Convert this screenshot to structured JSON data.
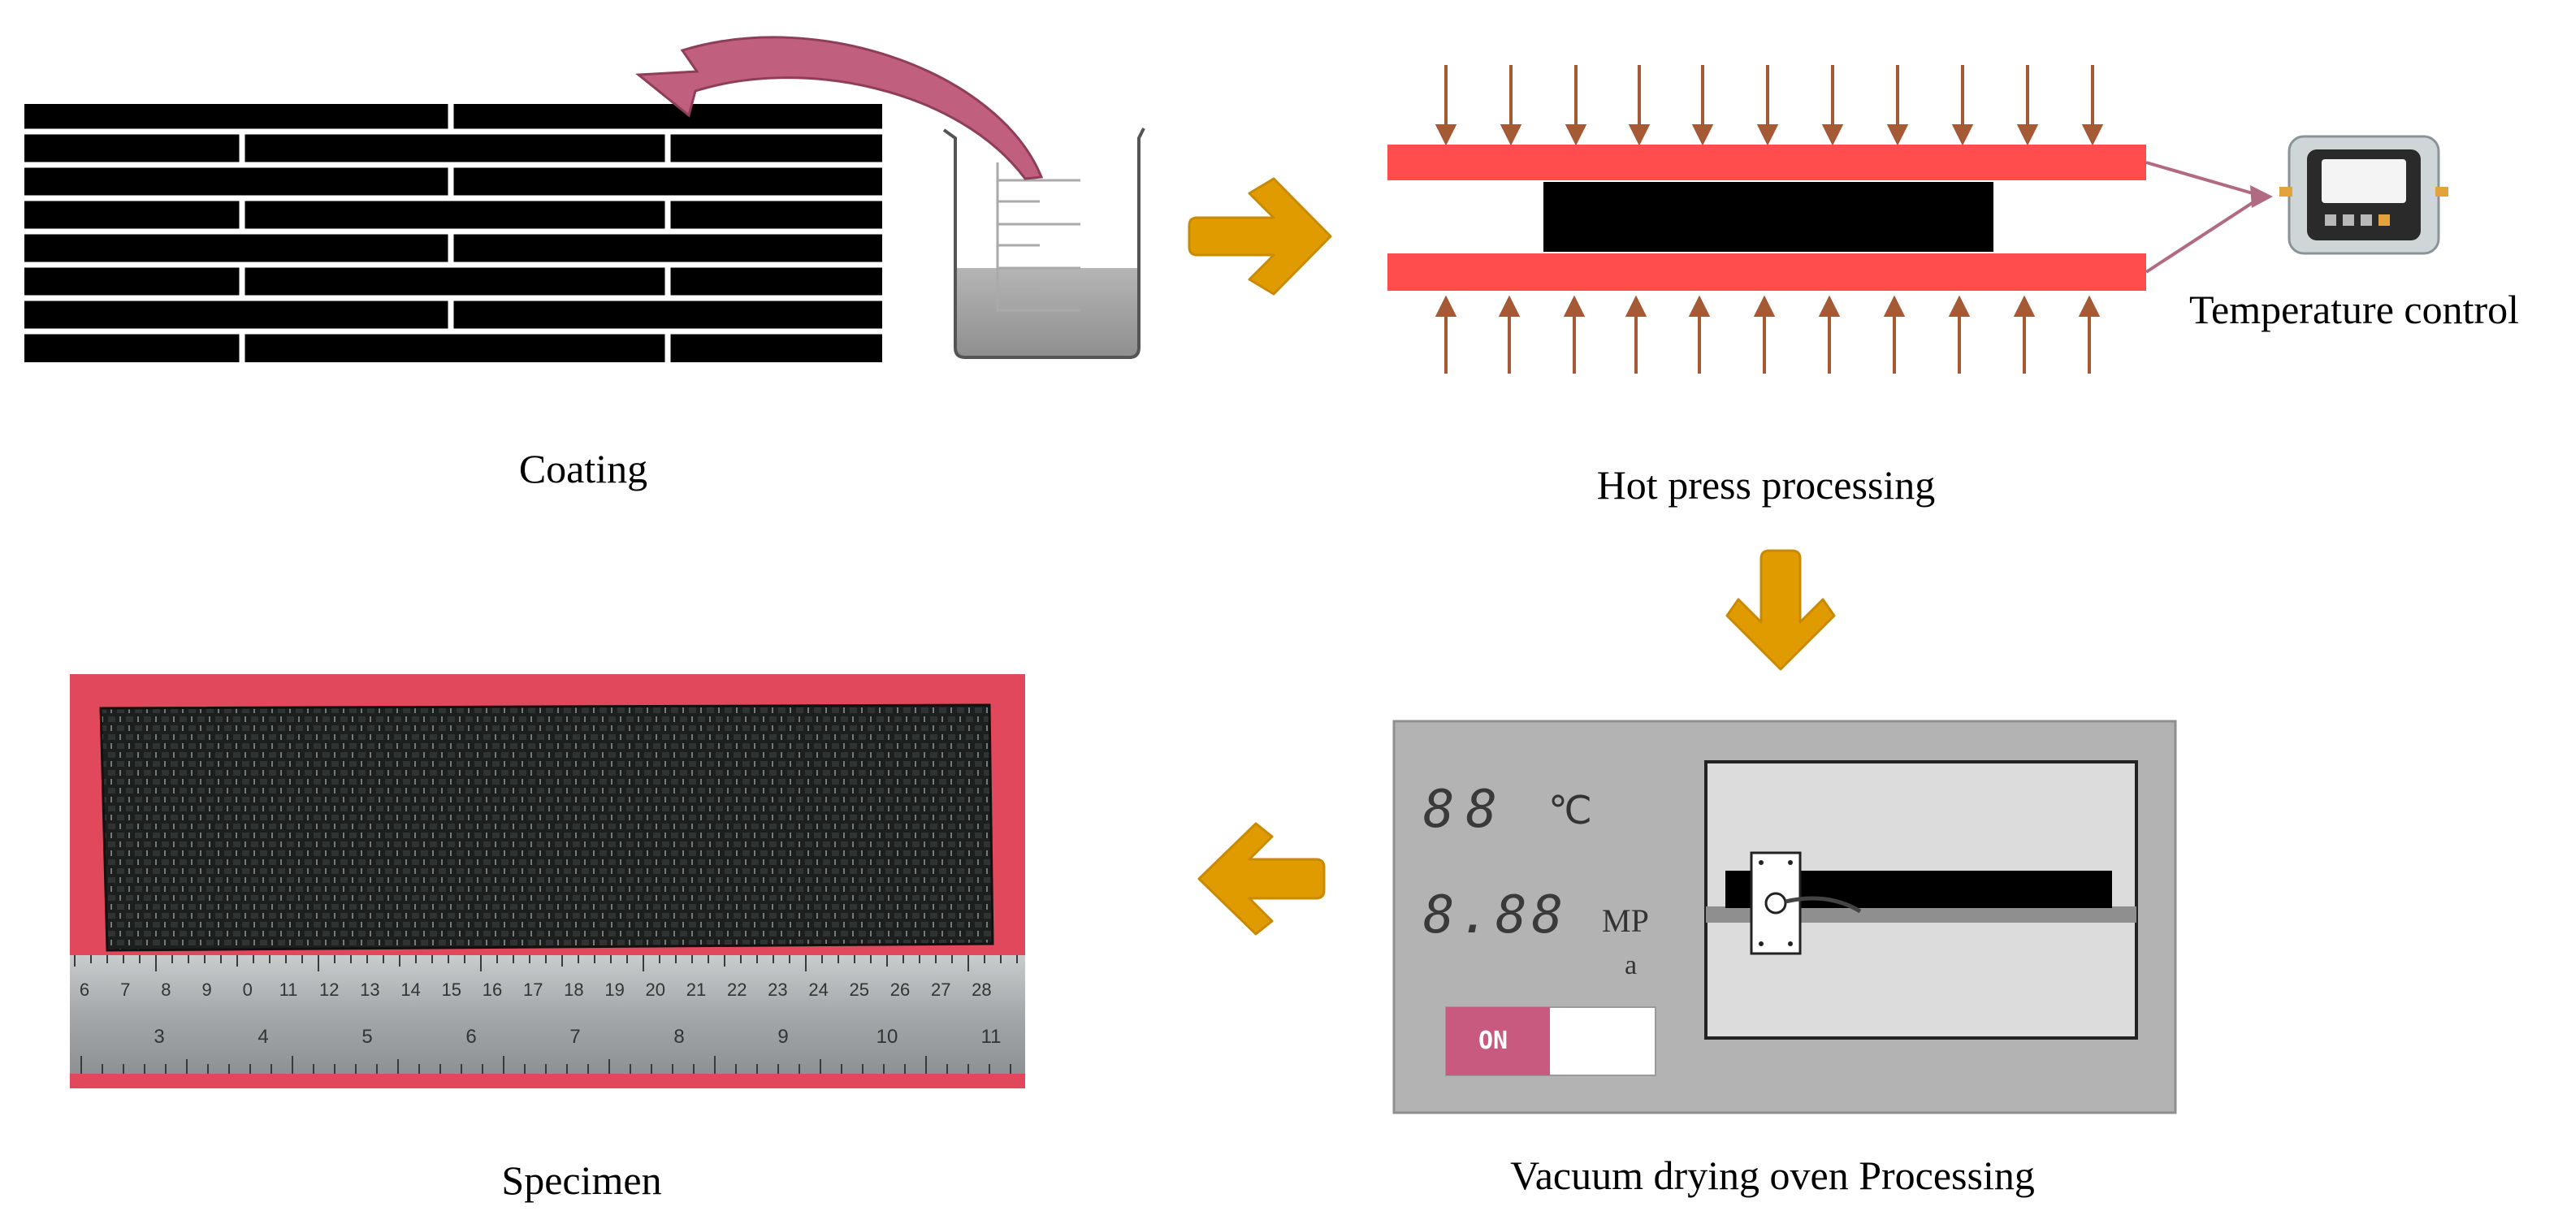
{
  "labels": {
    "coating": "Coating",
    "hot_press": "Hot press processing",
    "temperature_control": "Temperature control",
    "vacuum_oven": "Vacuum drying oven Processing",
    "specimen": "Specimen"
  },
  "oven_panel": {
    "temp_digits": "88",
    "temp_unit": "℃",
    "pressure_digits": "8.88",
    "pressure_unit_line1": "MP",
    "pressure_unit_line2": "a",
    "switch_label": "ON"
  },
  "ruler": {
    "top_numbers": [
      "6",
      "7",
      "8",
      "9",
      "0",
      "11",
      "12",
      "13",
      "14",
      "15",
      "16",
      "17",
      "18",
      "19",
      "20",
      "21",
      "22",
      "23",
      "24",
      "25",
      "26",
      "27",
      "28"
    ],
    "bottom_numbers": [
      "3",
      "4",
      "5",
      "6",
      "7",
      "8",
      "9",
      "10",
      "11"
    ]
  },
  "colors": {
    "arrow_orange": "#e09b00",
    "press_plate_red": "#ff4d4d",
    "curved_arrow_pink": "#c0607e",
    "press_arrow_brown": "#a55a35",
    "oven_gray": "#b3b3b3",
    "switch_pink": "#c85a80",
    "specimen_frame": "#e2485b"
  },
  "icons": [
    "right-arrow-icon",
    "down-arrow-icon",
    "left-arrow-icon",
    "curved-arrow-icon",
    "beaker-icon",
    "thermostat-icon"
  ]
}
